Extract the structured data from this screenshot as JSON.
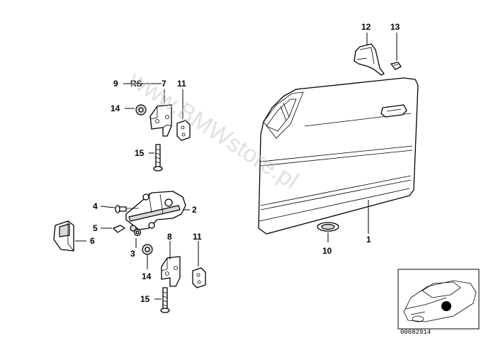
{
  "watermark": "www.BMWstore.pl",
  "diagram_code": "00082914",
  "callouts": {
    "c1": "1",
    "c2": "2",
    "c3": "3",
    "c4": "4",
    "c5": "5",
    "c6": "6",
    "c7": "7",
    "c8": "8",
    "c9": "9",
    "c9rs": "RS",
    "c10": "10",
    "c11a": "11",
    "c11b": "11",
    "c12": "12",
    "c13": "13",
    "c14a": "14",
    "c14b": "14",
    "c15a": "15",
    "c15b": "15"
  }
}
